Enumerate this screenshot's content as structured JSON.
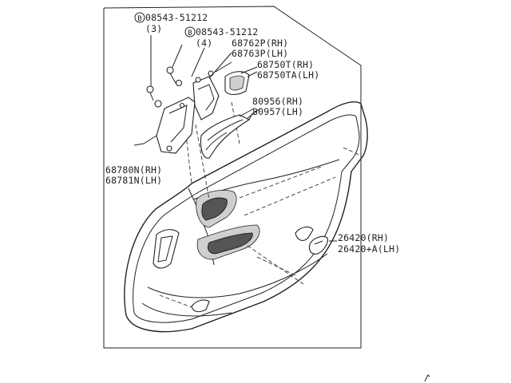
{
  "labels": {
    "bolt_a_part": "08543-51212",
    "bolt_a_qty": "(3)",
    "bolt_a_marker": "B",
    "bolt_b_part": "08543-51212",
    "bolt_b_qty": "(4)",
    "bolt_b_marker": "B",
    "part_68762p": "68762P(RH)",
    "part_68763p": "68763P(LH)",
    "part_68750t": "68750T(RH)",
    "part_68750ta": "68750TA(LH)",
    "part_80956": "80956(RH)",
    "part_80957": "80957(LH)",
    "part_68780n": "68780N(RH)",
    "part_68781n": "68781N(LH)",
    "part_26420": "26420(RH)",
    "part_26420a": "26420+A(LH)"
  }
}
